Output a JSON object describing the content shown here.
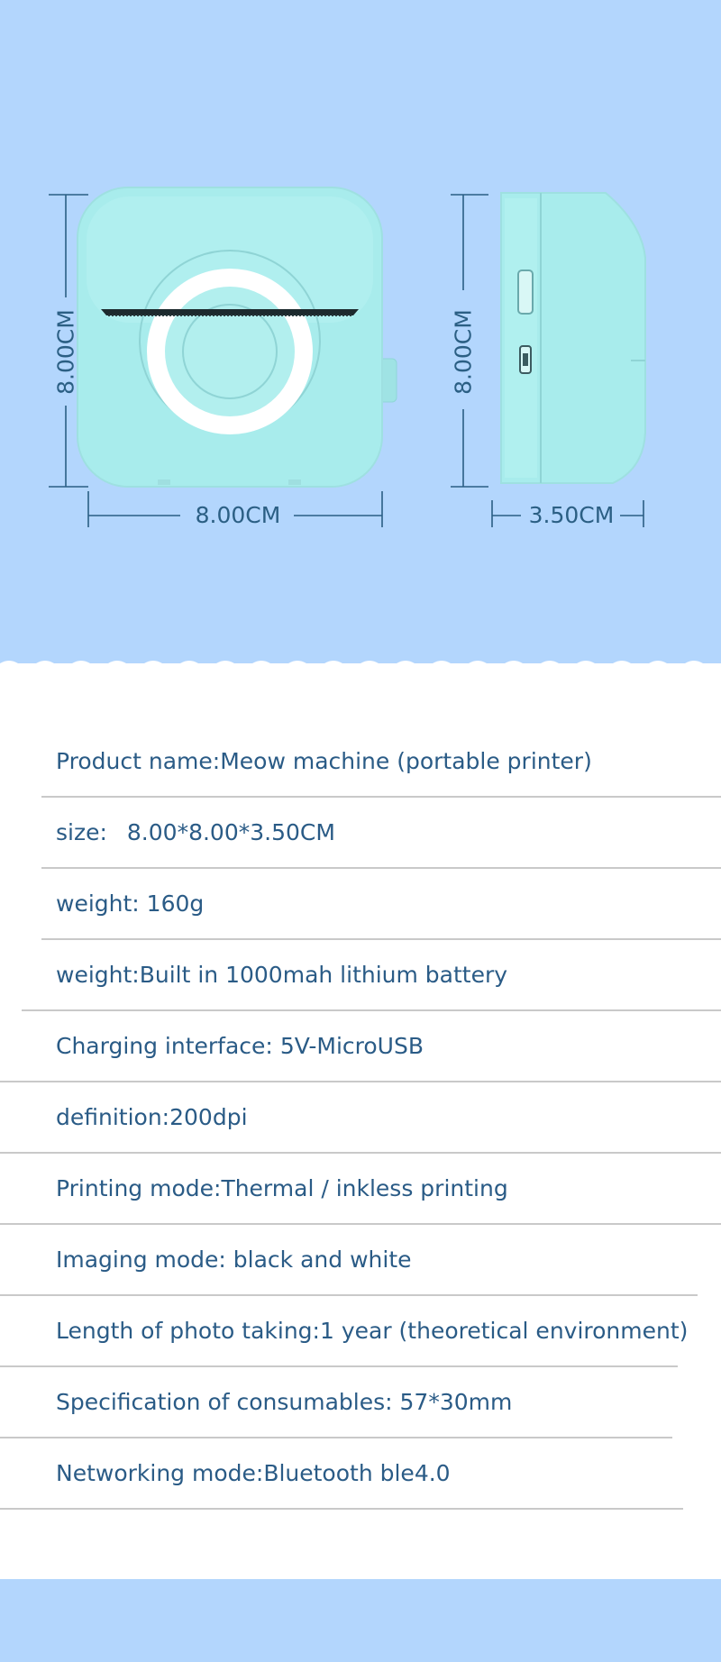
{
  "dimensions": {
    "front_height": "8.00CM",
    "front_width": "8.00CM",
    "side_height": "8.00CM",
    "side_depth": "3.50CM"
  },
  "colors": {
    "background_blue": "#b3d6fd",
    "device_mint": "#a8ecec",
    "text_blue": "#2a5b86",
    "divider": "#c9c9c9"
  },
  "specs": [
    {
      "label": "Product name:",
      "value": "Meow machine (portable printer)"
    },
    {
      "label": "size:",
      "value": "8.00*8.00*3.50CM"
    },
    {
      "label": "weight:",
      "value": "160g"
    },
    {
      "label": "weight:",
      "value": "Built in 1000mah lithium battery"
    },
    {
      "label": "Charging interface:",
      "value": "5V-MicroUSB"
    },
    {
      "label": "definition:",
      "value": "200dpi"
    },
    {
      "label": "Printing mode:",
      "value": "Thermal / inkless printing"
    },
    {
      "label": "Imaging mode:",
      "value": "black and white"
    },
    {
      "label": "Length of photo taking:",
      "value": "1 year (theoretical environment)"
    },
    {
      "label": "Specification of consumables:",
      "value": "57*30mm"
    },
    {
      "label": "Networking mode:",
      "value": "Bluetooth ble4.0"
    }
  ]
}
